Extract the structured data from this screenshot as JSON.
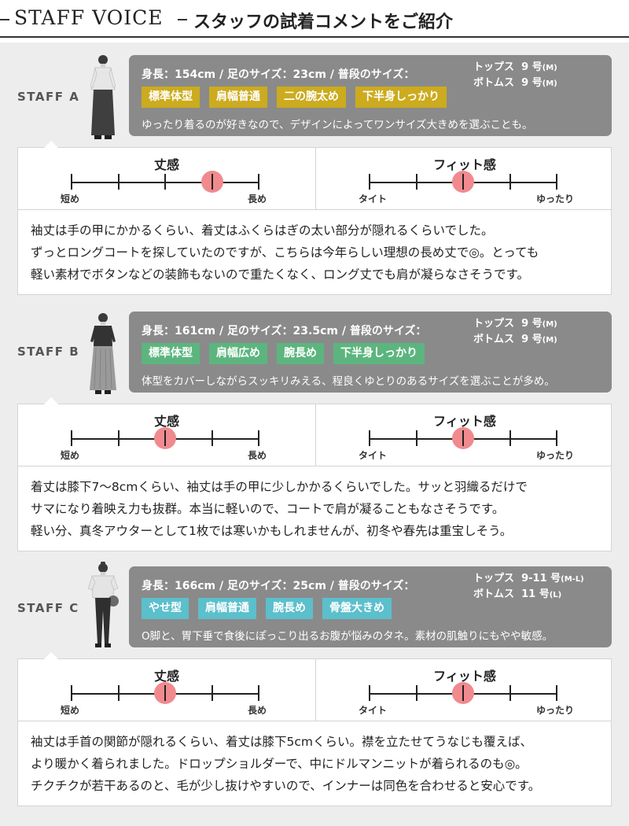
{
  "header": {
    "title_en": "STAFF VOICE",
    "title_jp": "スタッフの試着コメントをご紹介"
  },
  "colors": {
    "tag_a": "#ccab1e",
    "tag_b": "#5cb57e",
    "tag_c": "#5cbfcc",
    "marker": "#f08a8e",
    "info_bg": "#8a8a8a"
  },
  "scale_labels": {
    "length_title": "丈感",
    "length_left": "短め",
    "length_right": "長め",
    "fit_title": "フィット感",
    "fit_left": "タイト",
    "fit_right": "ゆったり"
  },
  "staff": [
    {
      "label": "STAFF A",
      "measurements": "身長：154cm / 足のサイズ：23cm / 普段のサイズ：",
      "tops_label": "トップス",
      "tops_size": "9 号",
      "tops_note": "(M)",
      "bottoms_label": "ボトムス",
      "bottoms_size": "9 号",
      "bottoms_note": "(M)",
      "tags": [
        "標準体型",
        "肩幅普通",
        "二の腕太め",
        "下半身しっかり"
      ],
      "note": "ゆったり着るのが好きなので、デザインによってワンサイズ大きめを選ぶことも。",
      "length_position": 0.75,
      "fit_position": 0.5,
      "comment": [
        "袖丈は手の甲にかかるくらい、着丈はふくらはぎの太い部分が隠れるくらいでした。",
        "ずっとロングコートを探していたのですが、こちらは今年らしい理想の長め丈で◎。とっても",
        "軽い素材でボタンなどの装飾もないので重たくなく、ロング丈でも肩が凝らなさそうです。"
      ]
    },
    {
      "label": "STAFF B",
      "measurements": "身長：161cm / 足のサイズ：23.5cm / 普段のサイズ：",
      "tops_label": "トップス",
      "tops_size": "9 号",
      "tops_note": "(M)",
      "bottoms_label": "ボトムス",
      "bottoms_size": "9 号",
      "bottoms_note": "(M)",
      "tags": [
        "標準体型",
        "肩幅広め",
        "腕長め",
        "下半身しっかり"
      ],
      "note": "体型をカバーしながらスッキリみえる、程良くゆとりのあるサイズを選ぶことが多め。",
      "length_position": 0.5,
      "fit_position": 0.5,
      "comment": [
        "着丈は膝下7〜8cmくらい、袖丈は手の甲に少しかかるくらいでした。サッと羽織るだけで",
        "サマになり着映え力も抜群。本当に軽いので、コートで肩が凝ることもなさそうです。",
        "軽い分、真冬アウターとして1枚では寒いかもしれませんが、初冬や春先は重宝しそう。"
      ]
    },
    {
      "label": "STAFF C",
      "measurements": "身長：166cm / 足のサイズ：25cm / 普段のサイズ：",
      "tops_label": "トップス",
      "tops_size": "9-11 号",
      "tops_note": "(M-L)",
      "bottoms_label": "ボトムス",
      "bottoms_size": "11 号",
      "bottoms_note": "(L)",
      "tags": [
        "やせ型",
        "肩幅普通",
        "腕長め",
        "骨盤大きめ"
      ],
      "note": "O脚と、胃下垂で食後にぽっこり出るお腹が悩みのタネ。素材の肌触りにもやや敏感。",
      "length_position": 0.5,
      "fit_position": 0.5,
      "comment": [
        "袖丈は手首の関節が隠れるくらい、着丈は膝下5cmくらい。襟を立たせてうなじも覆えば、",
        "より暖かく着られました。ドロップショルダーで、中にドルマンニットが着られるのも◎。",
        "チクチクが若干あるのと、毛が少し抜けやすいので、インナーは同色を合わせると安心です。"
      ]
    }
  ]
}
